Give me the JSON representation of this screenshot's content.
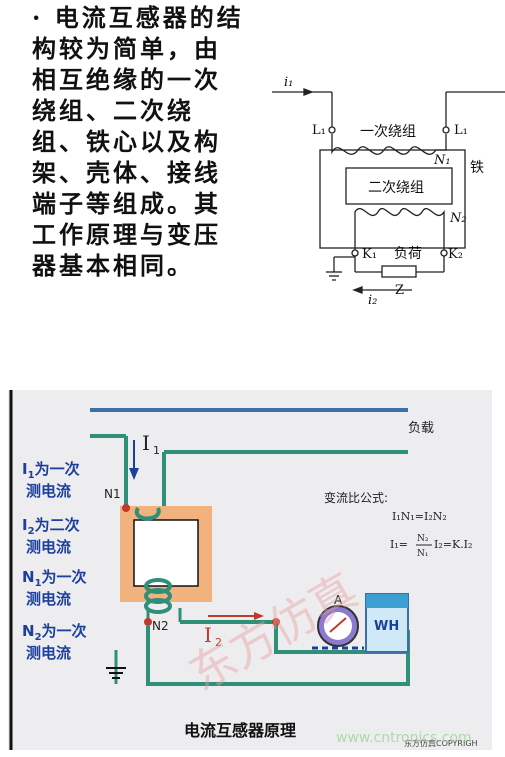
{
  "description": {
    "bullet": "·",
    "text": "电流互感器的结构较为简单，由相互绝缘的一次绕组、二次绕组、铁心以及构架、壳体、接线端子等组成。其工作原理与变压器基本相同。"
  },
  "top_diagram": {
    "i1": "i₁",
    "L1_left": "L₁",
    "L1_right": "L₁",
    "primary_winding": "一次绕组",
    "N1": "N₁",
    "core": "铁",
    "secondary_winding": "二次绕组",
    "N2": "N₂",
    "K1": "K₁",
    "load": "负荷",
    "K2": "K₂",
    "Z": "Z",
    "i2": "i₂"
  },
  "bottom_diagram": {
    "load_label": "负载",
    "I1": "I",
    "I1_sub": "1",
    "N1": "N1",
    "N2": "N2",
    "I2": "I",
    "I2_sub": "2",
    "legend": [
      {
        "sym": "I",
        "sub": "1",
        "text": "为一次",
        "line2": "测电流"
      },
      {
        "sym": "I",
        "sub": "2",
        "text": "为二次",
        "line2": "测电流"
      },
      {
        "sym": "N",
        "sub": "1",
        "text": "为一次",
        "line2": "测电流"
      },
      {
        "sym": "N",
        "sub": "2",
        "text": "为一次",
        "line2": "测电流"
      }
    ],
    "formula_title": "变流比公式:",
    "formula1": "I₁N₁=I₂N₂",
    "formula2_lhs": "I₁=",
    "formula2_num": "N₂",
    "formula2_den": "N₁",
    "formula2_rhs": "I₂=K.I₂",
    "ammeter": "A",
    "meter": "WH",
    "watermark": "东方仿真",
    "caption": "电流互感器原理",
    "copyright": "东方仿真COPYRIGH",
    "site": "www.cntronics.com",
    "colors": {
      "panel_bg": "#ededf0",
      "wire": "#2f8f78",
      "core": "#f2b27e",
      "legend_blue": "#1d3f9c",
      "top_bar": "#3c6fa6",
      "red_arrow": "#c0392b"
    }
  }
}
